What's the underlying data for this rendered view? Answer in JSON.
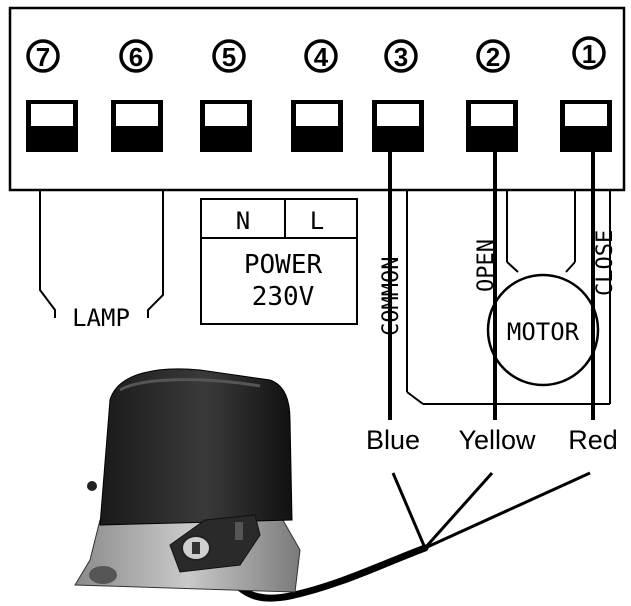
{
  "terminals": [
    {
      "number": "7"
    },
    {
      "number": "6"
    },
    {
      "number": "5"
    },
    {
      "number": "4"
    },
    {
      "number": "3"
    },
    {
      "number": "2"
    },
    {
      "number": "1"
    }
  ],
  "lamp_label": "LAMP",
  "power": {
    "n_label": "N",
    "l_label": "L",
    "title": "POWER",
    "voltage": "230V"
  },
  "motor": {
    "label": "MOTOR",
    "wire_labels": {
      "common": "COMMON",
      "open": "OPEN",
      "close": "CLOSE"
    }
  },
  "wire_colors_text": {
    "blue": "Blue",
    "yellow": "Yellow",
    "red": "Red"
  }
}
